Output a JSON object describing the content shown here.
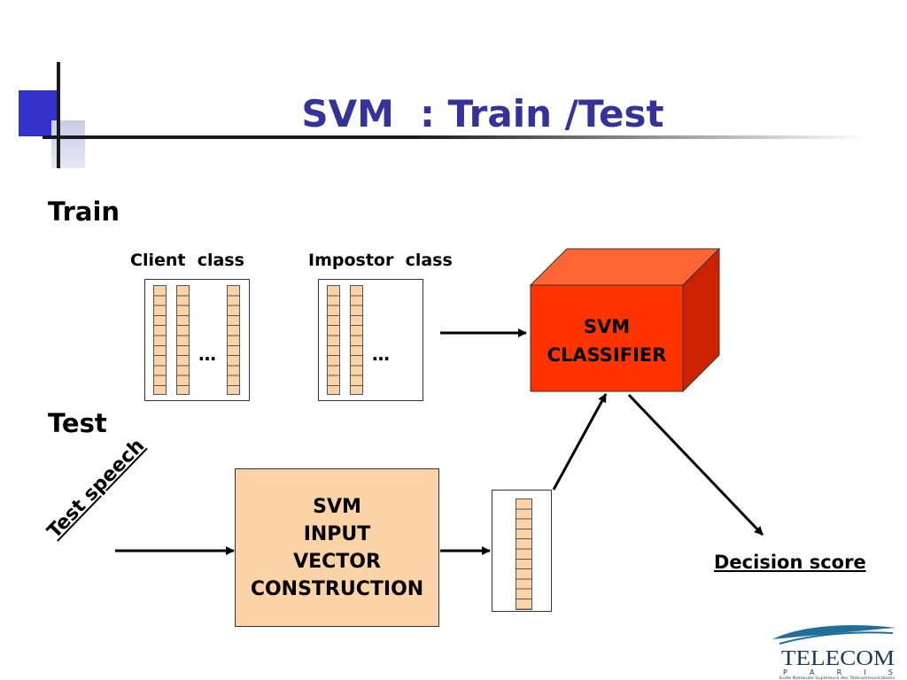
{
  "slide": {
    "title": "SVM  : Train /Test"
  },
  "train": {
    "heading": "Train",
    "client_label": "Client  class",
    "impostor_label": "Impostor  class",
    "client_ellipsis": "…",
    "impostor_ellipsis": "…"
  },
  "classifier": {
    "line1": "SVM",
    "line2": "CLASSIFIER",
    "front_color": "#ff3300",
    "top_color": "#ff6633",
    "side_color": "#cc2200"
  },
  "test": {
    "heading": "Test",
    "input_label": "Test speech",
    "box_lines": [
      "SVM",
      "INPUT",
      "VECTOR",
      "CONSTRUCTION"
    ],
    "output_label": "Decision score"
  },
  "colors": {
    "title": "#33339a",
    "accent_blue": "#3333cc",
    "vector_fill": "#fbd3a6"
  },
  "logo": {
    "name": "TELECOM",
    "city": "P A R I S",
    "tagline": "Ecole Nationale Supérieure des Télécommunications"
  }
}
